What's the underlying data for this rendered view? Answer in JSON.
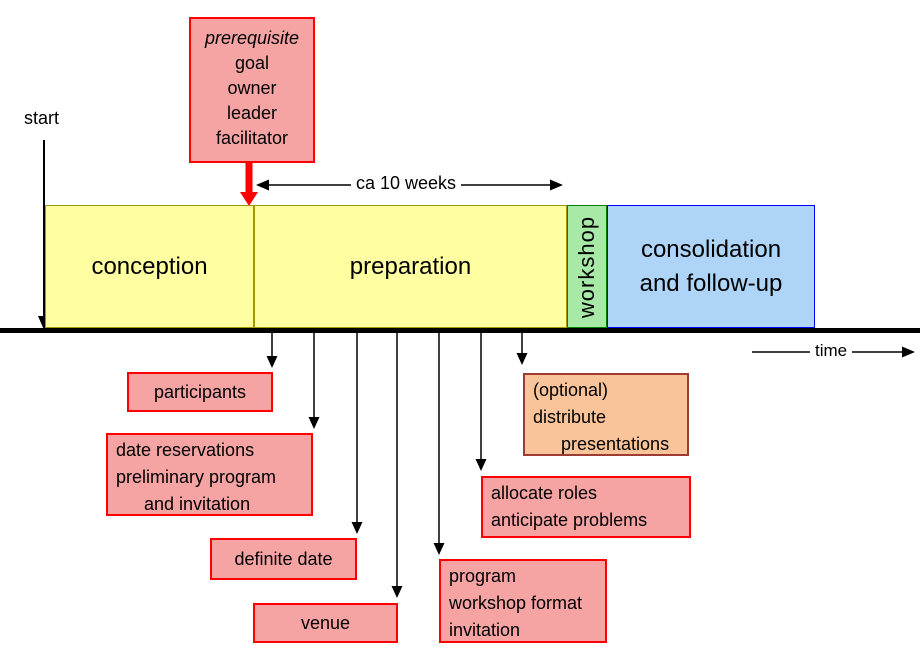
{
  "labels": {
    "start": "start",
    "duration": "ca 10 weeks",
    "time": "time"
  },
  "prerequisite": {
    "title": "prerequisite",
    "items": [
      "goal",
      "owner",
      "leader",
      "facilitator"
    ]
  },
  "phases": [
    {
      "label": "conception"
    },
    {
      "label": "preparation"
    },
    {
      "label": "workshop"
    },
    {
      "lines": [
        "consolidation",
        "and follow-up"
      ]
    }
  ],
  "tasks": {
    "participants": {
      "lines": [
        "participants"
      ]
    },
    "date_reservations": {
      "lines": [
        "date reservations",
        "preliminary program",
        "and invitation"
      ]
    },
    "definite_date": {
      "lines": [
        "definite date"
      ]
    },
    "venue": {
      "lines": [
        "venue"
      ]
    },
    "program": {
      "lines": [
        "program",
        "workshop format",
        "invitation"
      ]
    },
    "allocate": {
      "lines": [
        "allocate roles",
        "anticipate problems"
      ]
    },
    "optional": {
      "lines": [
        "(optional)",
        "distribute",
        "presentations"
      ]
    }
  },
  "colors": {
    "task_pink": "#F5A3A3",
    "task_border_red": "#FF0000",
    "phase_yellow": "#FFFFA2",
    "phase_yellow_border": "#A09A00",
    "workshop_green": "#A8E9A8",
    "workshop_green_border": "#008000",
    "consolidation_blue": "#AED5F8",
    "consolidation_blue_border": "#0000FF",
    "optional_orange": "#F9C499",
    "optional_orange_border": "#9E3B32",
    "arrow_red": "#FF0000",
    "arrow_black": "#000000"
  }
}
